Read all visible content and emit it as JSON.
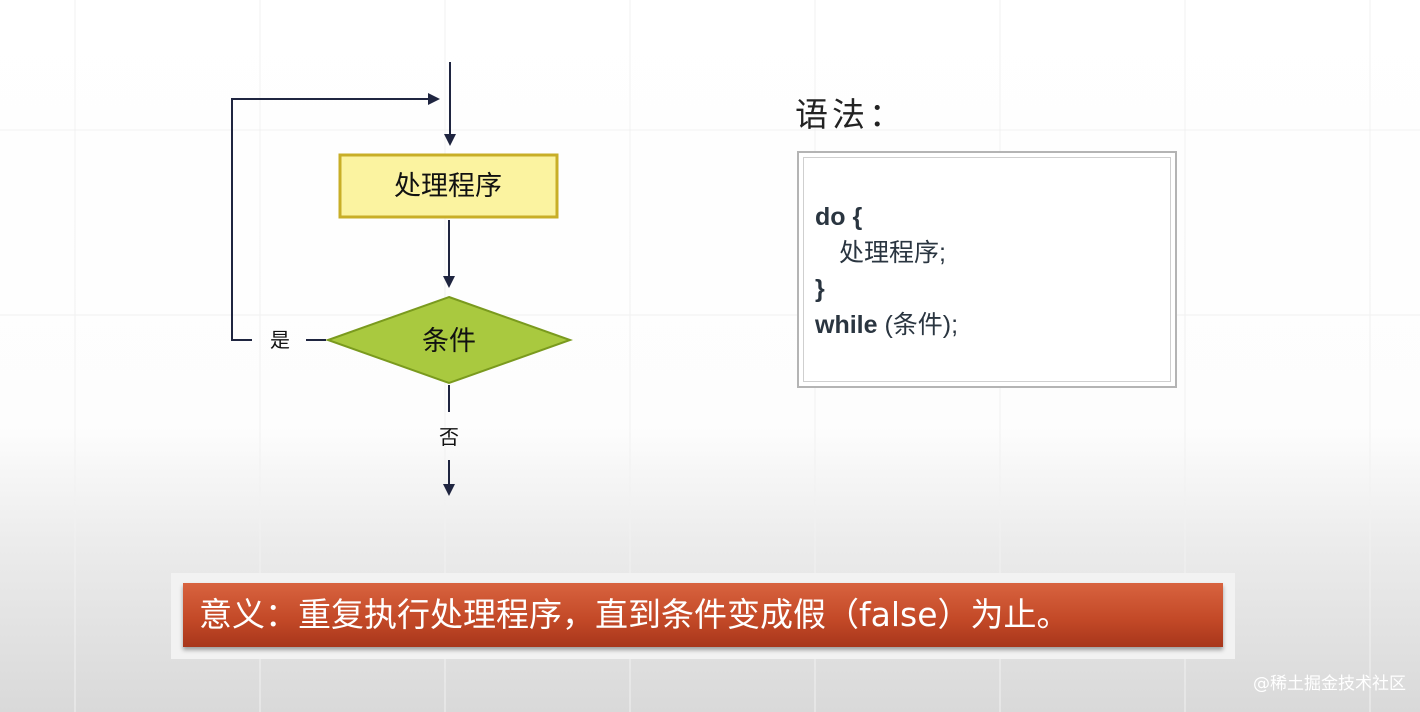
{
  "flowchart": {
    "process_label": "处理程序",
    "condition_label": "条件",
    "yes_label": "是",
    "no_label": "否",
    "colors": {
      "process_fill": "#fbf3a0",
      "process_border": "#c8ae27",
      "condition_fill": "#a9c93f",
      "condition_border": "#7a9a1e",
      "line": "#1f2540"
    }
  },
  "syntax": {
    "title": "语法：",
    "code_line1": "do {",
    "code_line2": "处理程序;",
    "code_line3": "}",
    "code_line4_kw": "while",
    "code_line4_rest": " (条件);"
  },
  "banner": {
    "text": "意义：重复执行处理程序，直到条件变成假（false）为止。",
    "color": "#c44a28"
  },
  "watermark": "@稀土掘金技术社区"
}
